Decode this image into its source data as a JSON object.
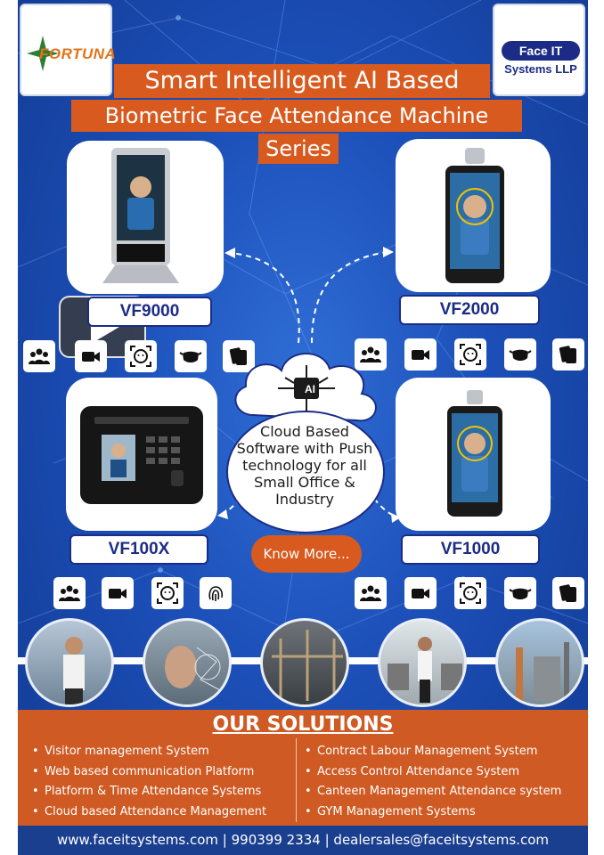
{
  "brand": {
    "left_logo_text": "FORTUNA",
    "right_logo_badge": "Face IT",
    "right_logo_sub": "Systems LLP"
  },
  "title": {
    "line1": "Smart Intelligent AI Based",
    "line2": "Biometric Face Attendance Machine",
    "line3": "Series"
  },
  "products": [
    {
      "model": "VF9000",
      "icons": [
        "group-icon",
        "video-icon",
        "face-scan-icon",
        "mask-icon",
        "card-icon"
      ]
    },
    {
      "model": "VF2000",
      "icons": [
        "group-icon",
        "video-icon",
        "face-scan-icon",
        "mask-icon",
        "card-icon"
      ]
    },
    {
      "model": "VF100X",
      "icons": [
        "group-icon",
        "video-icon",
        "face-scan-icon",
        "fingerprint-icon"
      ]
    },
    {
      "model": "VF1000",
      "icons": [
        "group-icon",
        "video-icon",
        "face-scan-icon",
        "mask-icon",
        "card-icon"
      ]
    }
  ],
  "cloud": {
    "chip_label": "AI",
    "text": "Cloud Based Software with Push technology for all Small Office & Industry"
  },
  "cta": {
    "label": "Know More..."
  },
  "solutions": {
    "title": "OUR SOLUTIONS",
    "left": [
      "Visitor management System",
      "Web based communication Platform",
      "Platform & Time Attendance Systems",
      "Cloud based Attendance Management"
    ],
    "right": [
      "Contract Labour Management System",
      "Access Control Attendance System",
      "Canteen Management Attendance system",
      "GYM Management Systems"
    ]
  },
  "footer": {
    "text": "www.faceitsystems.com | 990399 2334 | dealersales@faceitsystems.com"
  },
  "colors": {
    "orange": "#d85a1f",
    "navy": "#1c2c86",
    "blue_bg": "#1c4fb8",
    "solutions_bg": "#cf5a23"
  }
}
